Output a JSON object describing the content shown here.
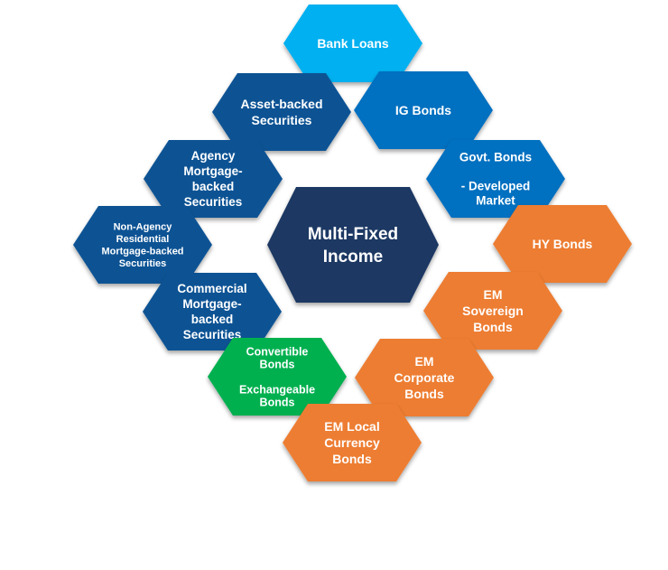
{
  "center": {
    "lines": [
      "Multi-Fixed",
      "Income"
    ],
    "color": "#1f3864"
  },
  "colors": {
    "cyan": "#00b0f0",
    "blue": "#0070c0",
    "navy": "#0b5394",
    "orange": "#ed7d31",
    "green": "#00b050"
  },
  "hexes": [
    {
      "id": "bank-loans",
      "lines": [
        "Bank Loans"
      ],
      "color": "cyan"
    },
    {
      "id": "asset-backed-securities",
      "lines": [
        "Asset-backed",
        "Securities"
      ],
      "color": "navy"
    },
    {
      "id": "ig-bonds",
      "lines": [
        "IG Bonds"
      ],
      "color": "blue"
    },
    {
      "id": "agency-mbs",
      "lines": [
        "Agency",
        "Mortgage-",
        "backed",
        "Securities"
      ],
      "color": "navy"
    },
    {
      "id": "govt-bonds",
      "lines": [
        "Govt. Bonds",
        "",
        "- Developed",
        "Market"
      ],
      "color": "blue"
    },
    {
      "id": "non-agency-rmbs",
      "lines": [
        "Non-Agency",
        "Residential",
        "Mortgage-backed",
        "Securities"
      ],
      "color": "navy"
    },
    {
      "id": "hy-bonds",
      "lines": [
        "HY Bonds"
      ],
      "color": "orange"
    },
    {
      "id": "commercial-mbs",
      "lines": [
        "Commercial",
        "Mortgage-",
        "backed",
        "Securities"
      ],
      "color": "navy"
    },
    {
      "id": "em-sovereign",
      "lines": [
        "EM",
        "Sovereign",
        "Bonds"
      ],
      "color": "orange"
    },
    {
      "id": "convertible-bonds",
      "lines": [
        "Convertible",
        "Bonds",
        "",
        "Exchangeable",
        "Bonds"
      ],
      "color": "green"
    },
    {
      "id": "em-corporate",
      "lines": [
        "EM",
        "Corporate",
        "Bonds"
      ],
      "color": "orange"
    },
    {
      "id": "em-local-currency",
      "lines": [
        "EM Local",
        "Currency",
        "Bonds"
      ],
      "color": "orange"
    }
  ]
}
